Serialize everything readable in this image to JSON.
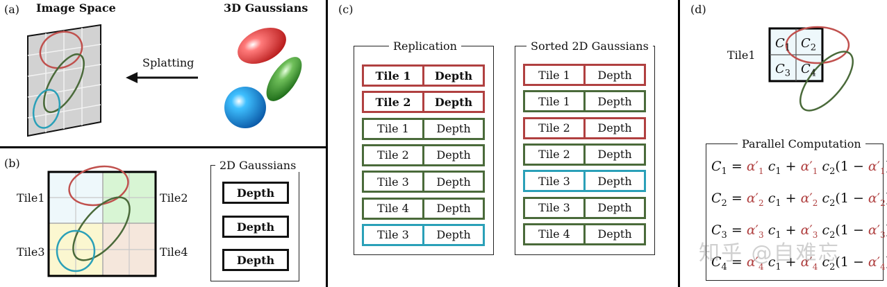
{
  "panel_a": {
    "label": "(a)",
    "image_space_title": "Image Space",
    "gaussians_title": "3D Gaussians",
    "arrow_label": "Splatting"
  },
  "panel_b": {
    "label": "(b)",
    "tiles": [
      "Tile1",
      "Tile2",
      "Tile3",
      "Tile4"
    ],
    "legend_title": "2D Gaussians",
    "legend_items": [
      "Depth",
      "Depth",
      "Depth"
    ]
  },
  "panel_c": {
    "label": "(c)",
    "replication_title": "Replication",
    "replication_rows": [
      {
        "tile": "Tile 1",
        "depth": "Depth",
        "color": "red"
      },
      {
        "tile": "Tile 2",
        "depth": "Depth",
        "color": "red"
      },
      {
        "tile": "Tile 1",
        "depth": "Depth",
        "color": "green"
      },
      {
        "tile": "Tile 2",
        "depth": "Depth",
        "color": "green"
      },
      {
        "tile": "Tile 3",
        "depth": "Depth",
        "color": "green"
      },
      {
        "tile": "Tile 4",
        "depth": "Depth",
        "color": "green"
      },
      {
        "tile": "Tile 3",
        "depth": "Depth",
        "color": "cyan"
      }
    ],
    "sorted_title": "Sorted 2D Gaussians",
    "sorted_rows": [
      {
        "tile": "Tile 1",
        "depth": "Depth",
        "color": "red"
      },
      {
        "tile": "Tile 1",
        "depth": "Depth",
        "color": "green"
      },
      {
        "tile": "Tile 2",
        "depth": "Depth",
        "color": "red"
      },
      {
        "tile": "Tile 2",
        "depth": "Depth",
        "color": "green"
      },
      {
        "tile": "Tile 3",
        "depth": "Depth",
        "color": "cyan"
      },
      {
        "tile": "Tile 3",
        "depth": "Depth",
        "color": "green"
      },
      {
        "tile": "Tile 4",
        "depth": "Depth",
        "color": "green"
      }
    ]
  },
  "panel_d": {
    "label": "(d)",
    "tile_label": "Tile1",
    "cells": [
      "C",
      "C",
      "C",
      "C"
    ],
    "cell_subs": [
      "1",
      "2",
      "3",
      "4"
    ],
    "parallel_title": "Parallel Computation",
    "equations": [
      "1",
      "2",
      "3",
      "4"
    ]
  },
  "watermark": "知乎 @自难忘",
  "colors": {
    "red": "#b04040",
    "green": "#4a6a3a",
    "cyan": "#2aa0b8"
  }
}
